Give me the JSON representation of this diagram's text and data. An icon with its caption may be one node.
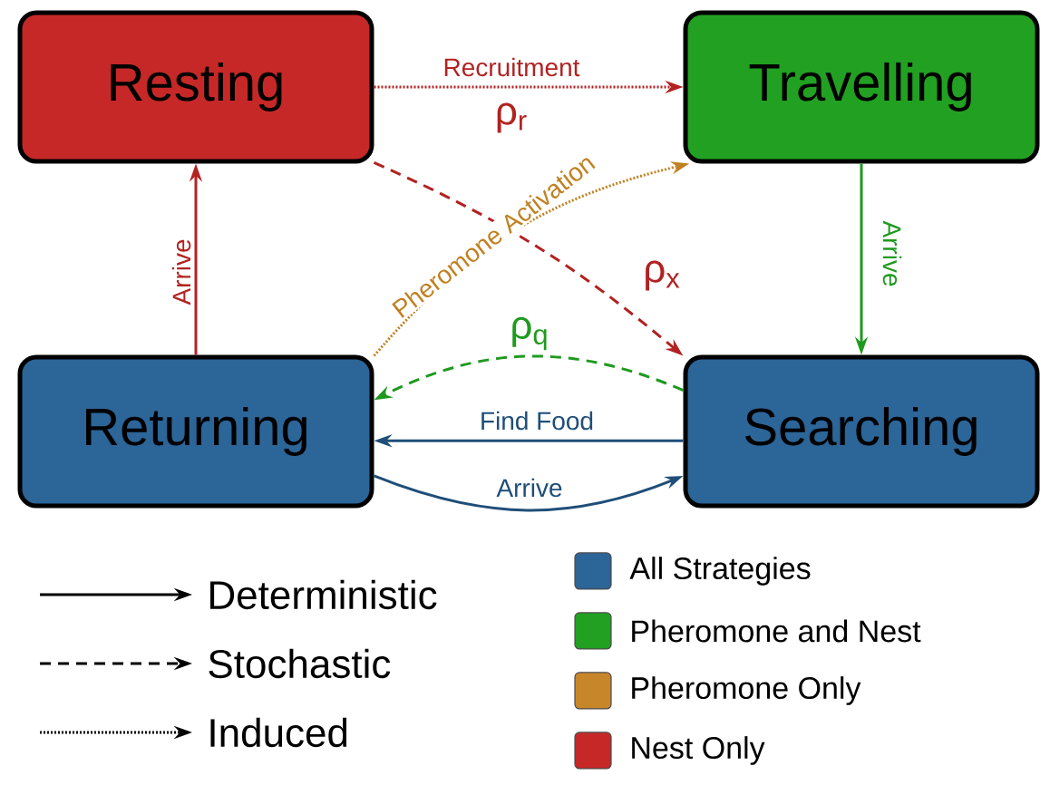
{
  "diagram": {
    "nodes": [
      {
        "text": [
          "Resting"
        ]
      },
      {
        "text": [
          "Travelling"
        ]
      },
      {
        "text": [
          "Returning"
        ]
      },
      {
        "text": [
          "Searching"
        ]
      }
    ],
    "edges": [
      {
        "from": 0,
        "to": 1,
        "arrow": "to",
        "label": "Recruitment",
        "style": "dashed",
        "color": "#b22222"
      },
      {
        "from": 0,
        "to": 3,
        "arrow": "to",
        "label": "ρ$_{x}$",
        "style": "dashed",
        "color": "#b22222"
      },
      {
        "from": 2,
        "to": 1,
        "arrow": "to",
        "label": "Pheromone Activation",
        "style": "dashed",
        "color": "#c08020"
      },
      {
        "from": 2,
        "to": 0,
        "arrow": "to",
        "label": "Arrive",
        "color": "#b22222"
      },
      {
        "from": 1,
        "to": 3,
        "arrow": "to",
        "label": "Arrive",
        "color": "#1e9a1e"
      },
      {
        "from": 3,
        "to": 2,
        "arrow": "to",
        "label": "ρ$_{q}$",
        "style": "dashed",
        "color": "#1e9a1e"
      },
      {
        "from": 3,
        "to": 2,
        "arrow": "to",
        "label": "Find Food",
        "color": "#1f4e79"
      },
      {
        "from": 2,
        "to": 3,
        "arrow": "to",
        "label": "Arrive",
        "color": "#1f4e79"
      }
    ],
    "labels": [
      "ρ$_{r}$"
    ],
    "legend": [
      {
        "text": "Deterministic"
      },
      {
        "text": "Stochastic"
      },
      {
        "text": "Induced"
      },
      {
        "text": "All Strategies",
        "color": "#2c6598"
      },
      {
        "text": "Pheromone and Nest",
        "color": "#22a022"
      },
      {
        "text": "Pheromone Only",
        "color": "#c8862a"
      },
      {
        "text": "Nest Only",
        "color": "#c62828"
      }
    ]
  }
}
